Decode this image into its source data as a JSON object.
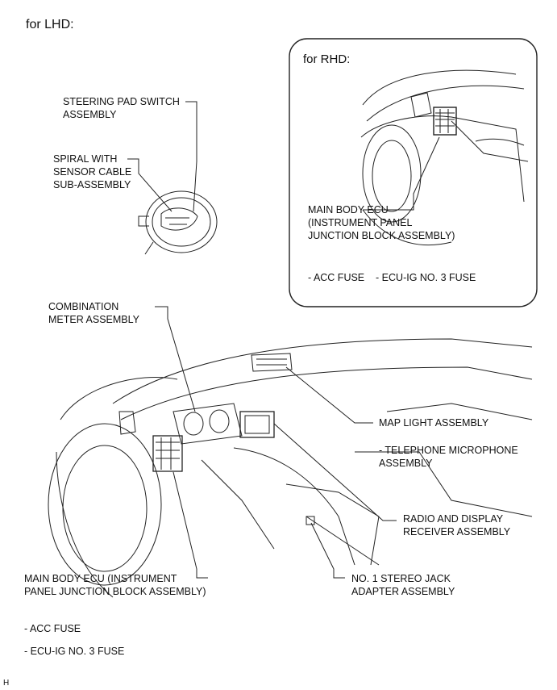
{
  "header": {
    "lhd_title": "for LHD:"
  },
  "rhd_inset": {
    "title": "for RHD:",
    "ecu_label": "MAIN BODY ECU\n(INSTRUMENT PANEL\nJUNCTION BLOCK ASSEMBLY)",
    "fuse_label": "- ACC FUSE    - ECU-IG NO. 3 FUSE"
  },
  "labels": {
    "steering_pad": "STEERING PAD SWITCH\nASSEMBLY",
    "spiral": "SPIRAL WITH\nSENSOR CABLE\nSUB-ASSEMBLY",
    "combination_meter": "COMBINATION\nMETER ASSEMBLY",
    "map_light": "MAP LIGHT ASSEMBLY",
    "telephone_mic": "- TELEPHONE MICROPHONE\nASSEMBLY",
    "radio": "RADIO AND DISPLAY\nRECEIVER ASSEMBLY",
    "main_body_ecu": "MAIN BODY ECU (INSTRUMENT\nPANEL JUNCTION BLOCK ASSEMBLY)",
    "stereo_jack": "NO. 1 STEREO JACK\nADAPTER ASSEMBLY"
  },
  "footer": {
    "acc_fuse": "- ACC FUSE",
    "ecu_ig_fuse": "- ECU-IG NO. 3 FUSE",
    "code": "H"
  }
}
